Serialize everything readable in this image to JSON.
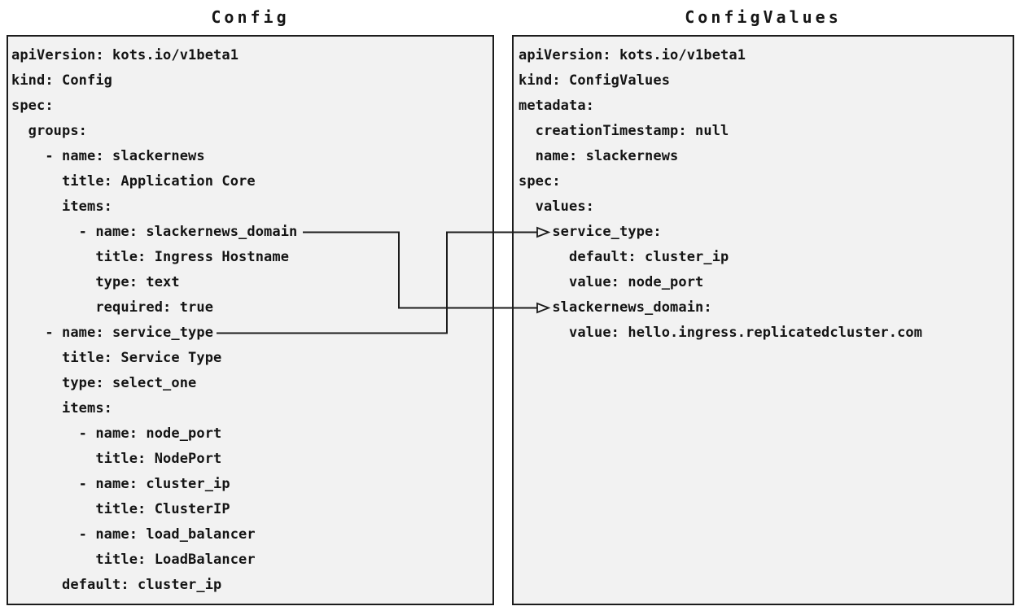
{
  "diagram": {
    "left_panel": {
      "title": "Config",
      "lines": [
        "apiVersion: kots.io/v1beta1",
        "kind: Config",
        "spec:",
        "  groups:",
        "    - name: slackernews",
        "      title: Application Core",
        "      items:",
        "        - name: slackernews_domain",
        "          title: Ingress Hostname",
        "          type: text",
        "          required: true",
        "    - name: service_type",
        "      title: Service Type",
        "      type: select_one",
        "      items:",
        "        - name: node_port",
        "          title: NodePort",
        "        - name: cluster_ip",
        "          title: ClusterIP",
        "        - name: load_balancer",
        "          title: LoadBalancer",
        "      default: cluster_ip"
      ]
    },
    "right_panel": {
      "title": "ConfigValues",
      "lines": [
        "apiVersion: kots.io/v1beta1",
        "kind: ConfigValues",
        "metadata:",
        "  creationTimestamp: null",
        "  name: slackernews",
        "spec:",
        "  values:",
        "    service_type:",
        "      default: cluster_ip",
        "      value: node_port",
        "    slackernews_domain:",
        "      value: hello.ingress.replicatedcluster.com"
      ]
    },
    "connections": [
      {
        "from": "Config item name: slackernews_domain",
        "to": "ConfigValues key: slackernews_domain"
      },
      {
        "from": "Config item name: service_type",
        "to": "ConfigValues key: service_type"
      }
    ],
    "colors": {
      "panel_background": "#f2f2f2",
      "panel_border": "#1c1c1c",
      "text": "#141414",
      "connector": "#1c1c1c",
      "page_background": "#ffffff"
    }
  }
}
